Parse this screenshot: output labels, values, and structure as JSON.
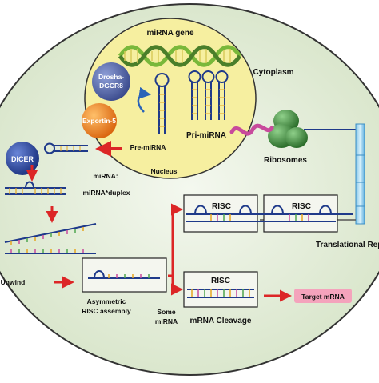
{
  "labels": {
    "mirna_gene": "miRNA gene",
    "drosha_line1": "Drosha-",
    "drosha_line2": "DGCR8",
    "exportin": "Exportin-5",
    "pre_mirna_nucleus": "Pre-miRNA",
    "pri_mirna": "Pri-miRNA",
    "nucleus": "Nucleus",
    "cytoplasm": "Cytoplasm",
    "dicer": "DICER",
    "duplex_line1": "miRNA:",
    "duplex_line2": "miRNA*duplex",
    "ribosomes": "Ribosomes",
    "risc": "RISC",
    "translational_repression": "Translational Repr",
    "unwind": "Unwind",
    "asym_line1": "Asymmetric",
    "asym_line2": "RISC assembly",
    "some_line1": "Some",
    "some_line2": "miRNA",
    "cleavage": "mRNA Cleavage",
    "target_mrna": "Target mRNA"
  },
  "colors": {
    "cell": "#dde8d2",
    "nucleus": "#f6efa0",
    "drosha": "#4d5ea2",
    "exportin": "#ea7d1e",
    "dicer": "#223f9e",
    "ribosome": "#3b8a3a",
    "arrow": "#dc2626",
    "target": "#f4a3bc"
  }
}
